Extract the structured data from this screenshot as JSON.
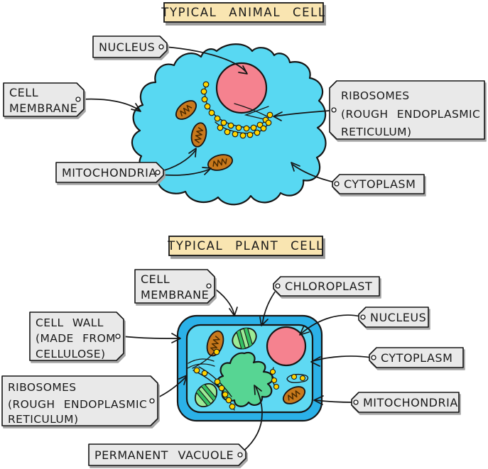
{
  "animal": {
    "title": "TYPICAL ANIMAL CELL",
    "nucleus": {
      "label": "NUCLEUS"
    },
    "cell_membrane": {
      "line1": "CELL",
      "line2": "MEMBRANE"
    },
    "ribosomes": {
      "line1": "RIBOSOMES",
      "line2": "(ROUGH ENDOPLASMIC",
      "line3": "RETICULUM)"
    },
    "mitochondria": {
      "label": "MITOCHONDRIA"
    },
    "cytoplasm": {
      "label": "CYTOPLASM"
    }
  },
  "plant": {
    "title": "TYPICAL PLANT CELL",
    "cell_membrane": {
      "line1": "CELL",
      "line2": "MEMBRANE"
    },
    "chloroplast": {
      "label": "CHLOROPLAST"
    },
    "cell_wall": {
      "line1": "CELL WALL",
      "line2": "(MADE FROM",
      "line3": "CELLULOSE)"
    },
    "nucleus": {
      "label": "NUCLEUS"
    },
    "cytoplasm": {
      "label": "CYTOPLASM"
    },
    "ribosomes": {
      "line1": "RIBOSOMES",
      "line2": "(ROUGH ENDOPLASMIC",
      "line3": "RETICULUM)"
    },
    "mitochondria": {
      "label": "MITOCHONDRIA"
    },
    "permanent_vacuole": {
      "label": "PERMANENT VACUOLE"
    }
  },
  "colors": {
    "title_bg": "#F9E5B1",
    "label_bg": "#E9E9E9",
    "cytoplasm": "#58D8F2",
    "cell_wall": "#2BB1E8",
    "nucleus": "#F5828F",
    "mitochondrion": "#C8791C",
    "chloroplast": "#9CEB96",
    "chloroplast_stripe": "#34C063",
    "vacuole": "#57D593",
    "ribosome": "#FFD400",
    "outline": "#161616"
  }
}
